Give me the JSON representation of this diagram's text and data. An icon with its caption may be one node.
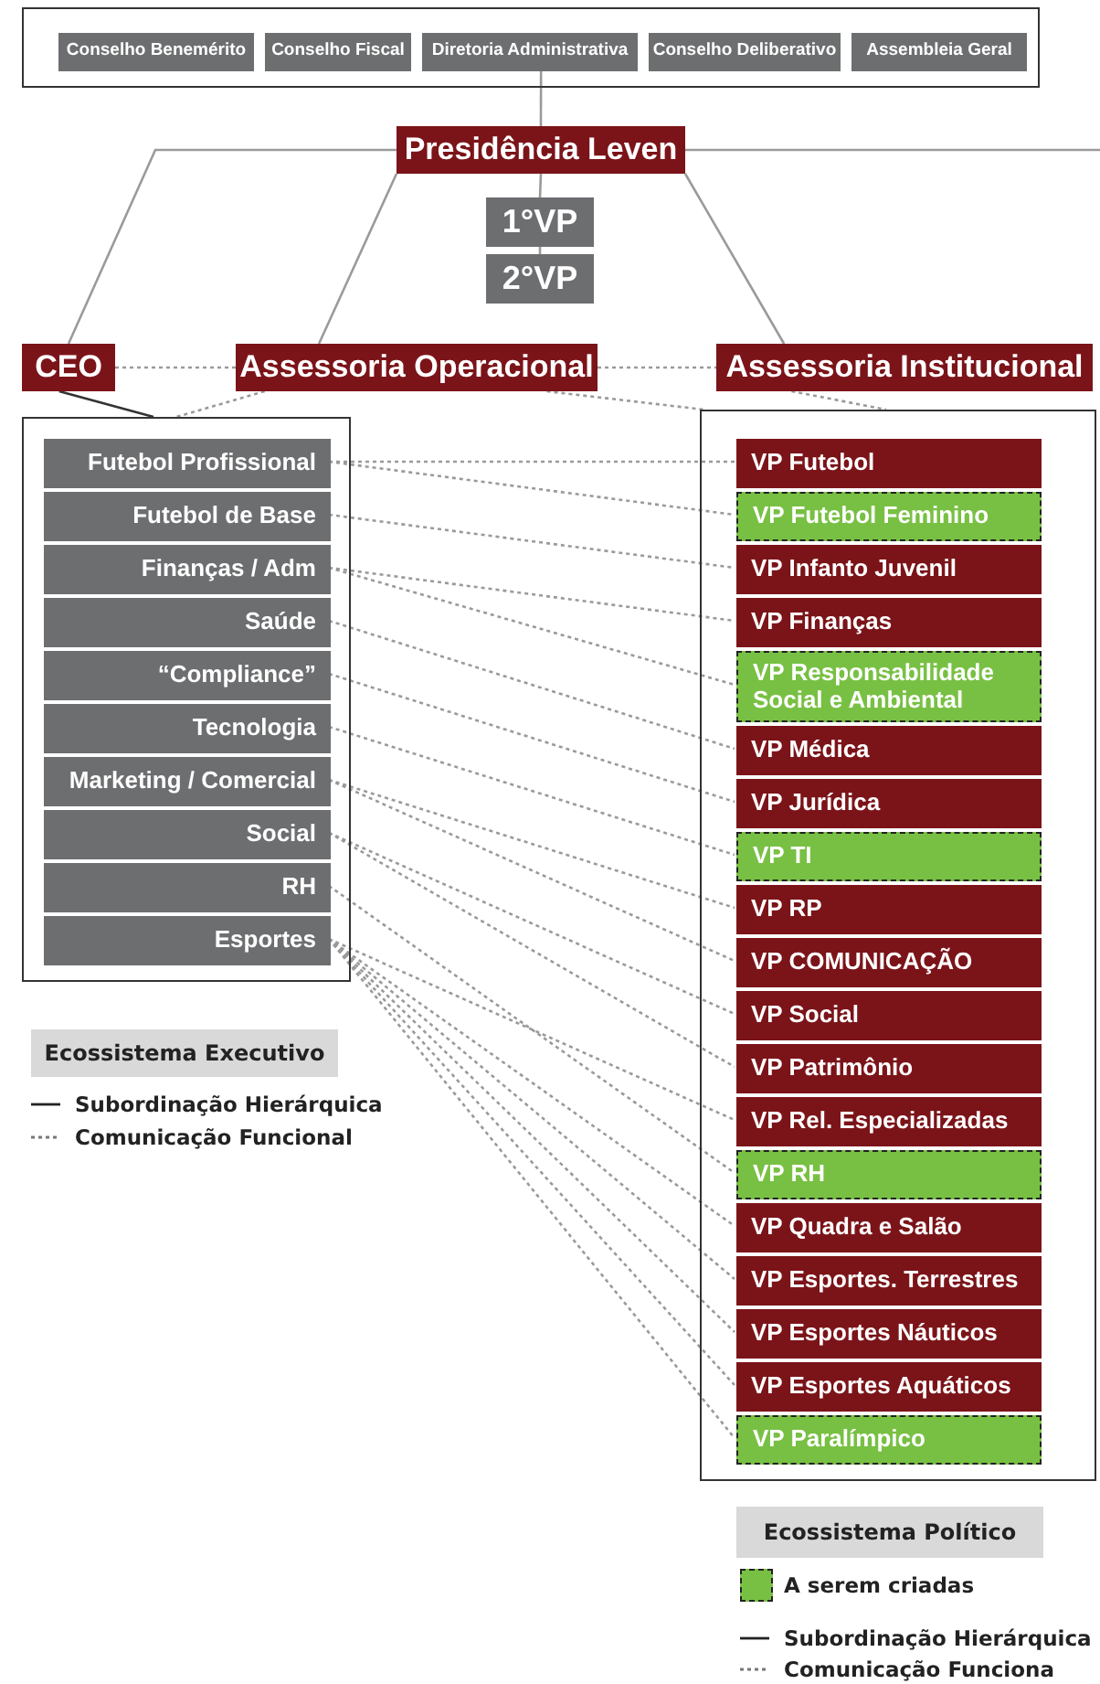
{
  "diagram": {
    "nodes": [
      {
        "text": [],
        "shape": "box"
      },
      {
        "text": [
          "Conselho Benemérito"
        ],
        "in": 0
      },
      {
        "text": [
          "Conselho Fiscal"
        ],
        "in": 0
      },
      {
        "text": [
          "Diretoria Administrativa"
        ],
        "in": 0
      },
      {
        "text": [
          "Conselho Deliberativo"
        ],
        "in": 0
      },
      {
        "text": [
          "Assembleia Geral"
        ],
        "in": 0
      },
      {
        "text": [
          "Presidência Leven"
        ]
      },
      {
        "text": [
          "1°VP"
        ]
      },
      {
        "text": [
          "2°VP"
        ]
      },
      {
        "text": [
          "CEO"
        ]
      },
      {
        "text": [
          "Assessoria Operacional"
        ]
      },
      {
        "text": [
          "Assessoria Institucional"
        ]
      },
      {
        "text": [],
        "shape": "box"
      },
      {
        "text": [
          "Futebol Profissional"
        ],
        "in": 12
      },
      {
        "text": [
          "Futebol de Base"
        ],
        "in": 12
      },
      {
        "text": [
          "Finanças / Adm"
        ],
        "in": 12
      },
      {
        "text": [
          "Saúde"
        ],
        "in": 12
      },
      {
        "text": [
          "“Compliance”"
        ],
        "in": 12
      },
      {
        "text": [
          "Tecnologia"
        ],
        "in": 12
      },
      {
        "text": [
          "Marketing / Comercial"
        ],
        "in": 12
      },
      {
        "text": [
          "Social"
        ],
        "in": 12
      },
      {
        "text": [
          "RH"
        ],
        "in": 12
      },
      {
        "text": [
          "Esportes"
        ],
        "in": 12
      },
      {
        "text": [],
        "shape": "box"
      },
      {
        "text": [
          "VP Futebol"
        ],
        "in": 23
      },
      {
        "text": [
          "VP Futebol Feminino"
        ],
        "in": 23
      },
      {
        "text": [
          "VP Infanto Juvenil"
        ],
        "in": 23
      },
      {
        "text": [
          "VP Finanças"
        ],
        "in": 23
      },
      {
        "text": [
          "VP Responsabilidade Social e Ambiental"
        ],
        "in": 23
      },
      {
        "text": [
          "VP Médica"
        ],
        "in": 23
      },
      {
        "text": [
          "VP Jurídica"
        ],
        "in": 23
      },
      {
        "text": [
          "VP TI"
        ],
        "in": 23
      },
      {
        "text": [
          "VP RP"
        ],
        "in": 23
      },
      {
        "text": [
          "VP COMUNICAÇÃO"
        ],
        "in": 23
      },
      {
        "text": [
          "VP Social"
        ],
        "in": 23
      },
      {
        "text": [
          "VP Patrimônio"
        ],
        "in": 23
      },
      {
        "text": [
          "VP Rel. Especializadas"
        ],
        "in": 23
      },
      {
        "text": [
          "VP RH"
        ],
        "in": 23
      },
      {
        "text": [
          "VP Quadra e Salão"
        ],
        "in": 23
      },
      {
        "text": [
          "VP Esportes. Terrestres"
        ],
        "in": 23
      },
      {
        "text": [
          "VP Esportes Náuticos"
        ],
        "in": 23
      },
      {
        "text": [
          "VP Esportes Aquáticos"
        ],
        "in": 23
      },
      {
        "text": [
          "VP Paralímpico"
        ],
        "in": 23
      }
    ],
    "edges": [
      {
        "from": 3,
        "to": 6,
        "arrow": "none"
      },
      {
        "from": 6,
        "to": 7,
        "arrow": "none"
      },
      {
        "from": 7,
        "to": 8,
        "arrow": "none"
      },
      {
        "from": 6,
        "to": 9,
        "arrow": "none"
      },
      {
        "from": 6,
        "to": 10,
        "arrow": "none"
      },
      {
        "from": 6,
        "to": 11,
        "arrow": "none"
      },
      {
        "from": 6,
        "to": null,
        "arrow": "none"
      },
      {
        "from": 9,
        "to": 10,
        "arrow": "none",
        "style": "dashed"
      },
      {
        "from": 10,
        "to": 11,
        "arrow": "none",
        "style": "dashed"
      },
      {
        "from": 9,
        "to": 12,
        "arrow": "none",
        "color": "#333333"
      },
      {
        "from": 10,
        "to": 12,
        "arrow": "none",
        "style": "dashed"
      },
      {
        "from": 10,
        "to": 23,
        "arrow": "none",
        "style": "dashed"
      },
      {
        "from": 11,
        "to": 23,
        "arrow": "none",
        "style": "dashed"
      },
      {
        "from": 13,
        "to": 24,
        "arrow": "none",
        "style": "dashed"
      },
      {
        "from": 13,
        "to": 25,
        "arrow": "none",
        "style": "dashed"
      },
      {
        "from": 14,
        "to": 26,
        "arrow": "none",
        "style": "dashed"
      },
      {
        "from": 15,
        "to": 27,
        "arrow": "none",
        "style": "dashed"
      },
      {
        "from": 15,
        "to": 28,
        "arrow": "none",
        "style": "dashed"
      },
      {
        "from": 16,
        "to": 29,
        "arrow": "none",
        "style": "dashed"
      },
      {
        "from": 17,
        "to": 30,
        "arrow": "none",
        "style": "dashed"
      },
      {
        "from": 18,
        "to": 31,
        "arrow": "none",
        "style": "dashed"
      },
      {
        "from": 19,
        "to": 32,
        "arrow": "none",
        "style": "dashed"
      },
      {
        "from": 19,
        "to": 33,
        "arrow": "none",
        "style": "dashed"
      },
      {
        "from": 20,
        "to": 34,
        "arrow": "none",
        "style": "dashed"
      },
      {
        "from": 20,
        "to": 35,
        "arrow": "none",
        "style": "dashed"
      },
      {
        "from": 21,
        "to": 37,
        "arrow": "none",
        "style": "dashed"
      },
      {
        "from": 22,
        "to": 36,
        "arrow": "none",
        "style": "dashed"
      },
      {
        "from": 22,
        "to": 38,
        "arrow": "none",
        "style": "dashed"
      },
      {
        "from": 22,
        "to": 39,
        "arrow": "none",
        "style": "dashed"
      },
      {
        "from": 22,
        "to": 40,
        "arrow": "none",
        "style": "dashed"
      },
      {
        "from": 22,
        "to": 41,
        "arrow": "none",
        "style": "dashed"
      },
      {
        "from": 22,
        "to": 42,
        "arrow": "none",
        "style": "dashed"
      }
    ],
    "labels": [
      "Ecossistema Executivo",
      "Ecossistema Político"
    ],
    "legend": [
      {
        "text": "Subordinação Hierárquica"
      },
      {
        "text": "Comunicação Funcional"
      },
      {
        "text": "A serem criadas",
        "color": "#78c043"
      },
      {
        "text": "Subordinação Hierárquica"
      },
      {
        "text": "Comunicação Funciona"
      }
    ]
  }
}
